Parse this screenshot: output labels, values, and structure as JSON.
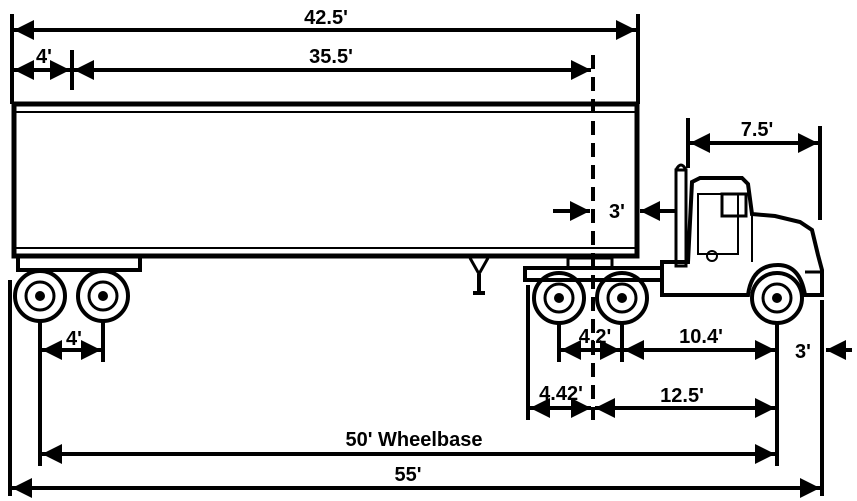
{
  "dimensions": {
    "overall_trailer_length": "42.5'",
    "kingpin_setback": "4'",
    "kingpin_to_trailer_rear": "35.5'",
    "tractor_cab_length": "7.5'",
    "trailer_to_cab_gap": "3'",
    "trailer_axle_spread": "4'",
    "tractor_axle_spread": "4.2'",
    "steer_to_drive_axle": "10.4'",
    "front_overhang": "3'",
    "fifth_wheel_offset": "4.42'",
    "steer_to_kingpin": "12.5'",
    "wheelbase": "50' Wheelbase",
    "overall_length": "55'"
  },
  "colors": {
    "ink": "#000000",
    "background": "#ffffff"
  }
}
